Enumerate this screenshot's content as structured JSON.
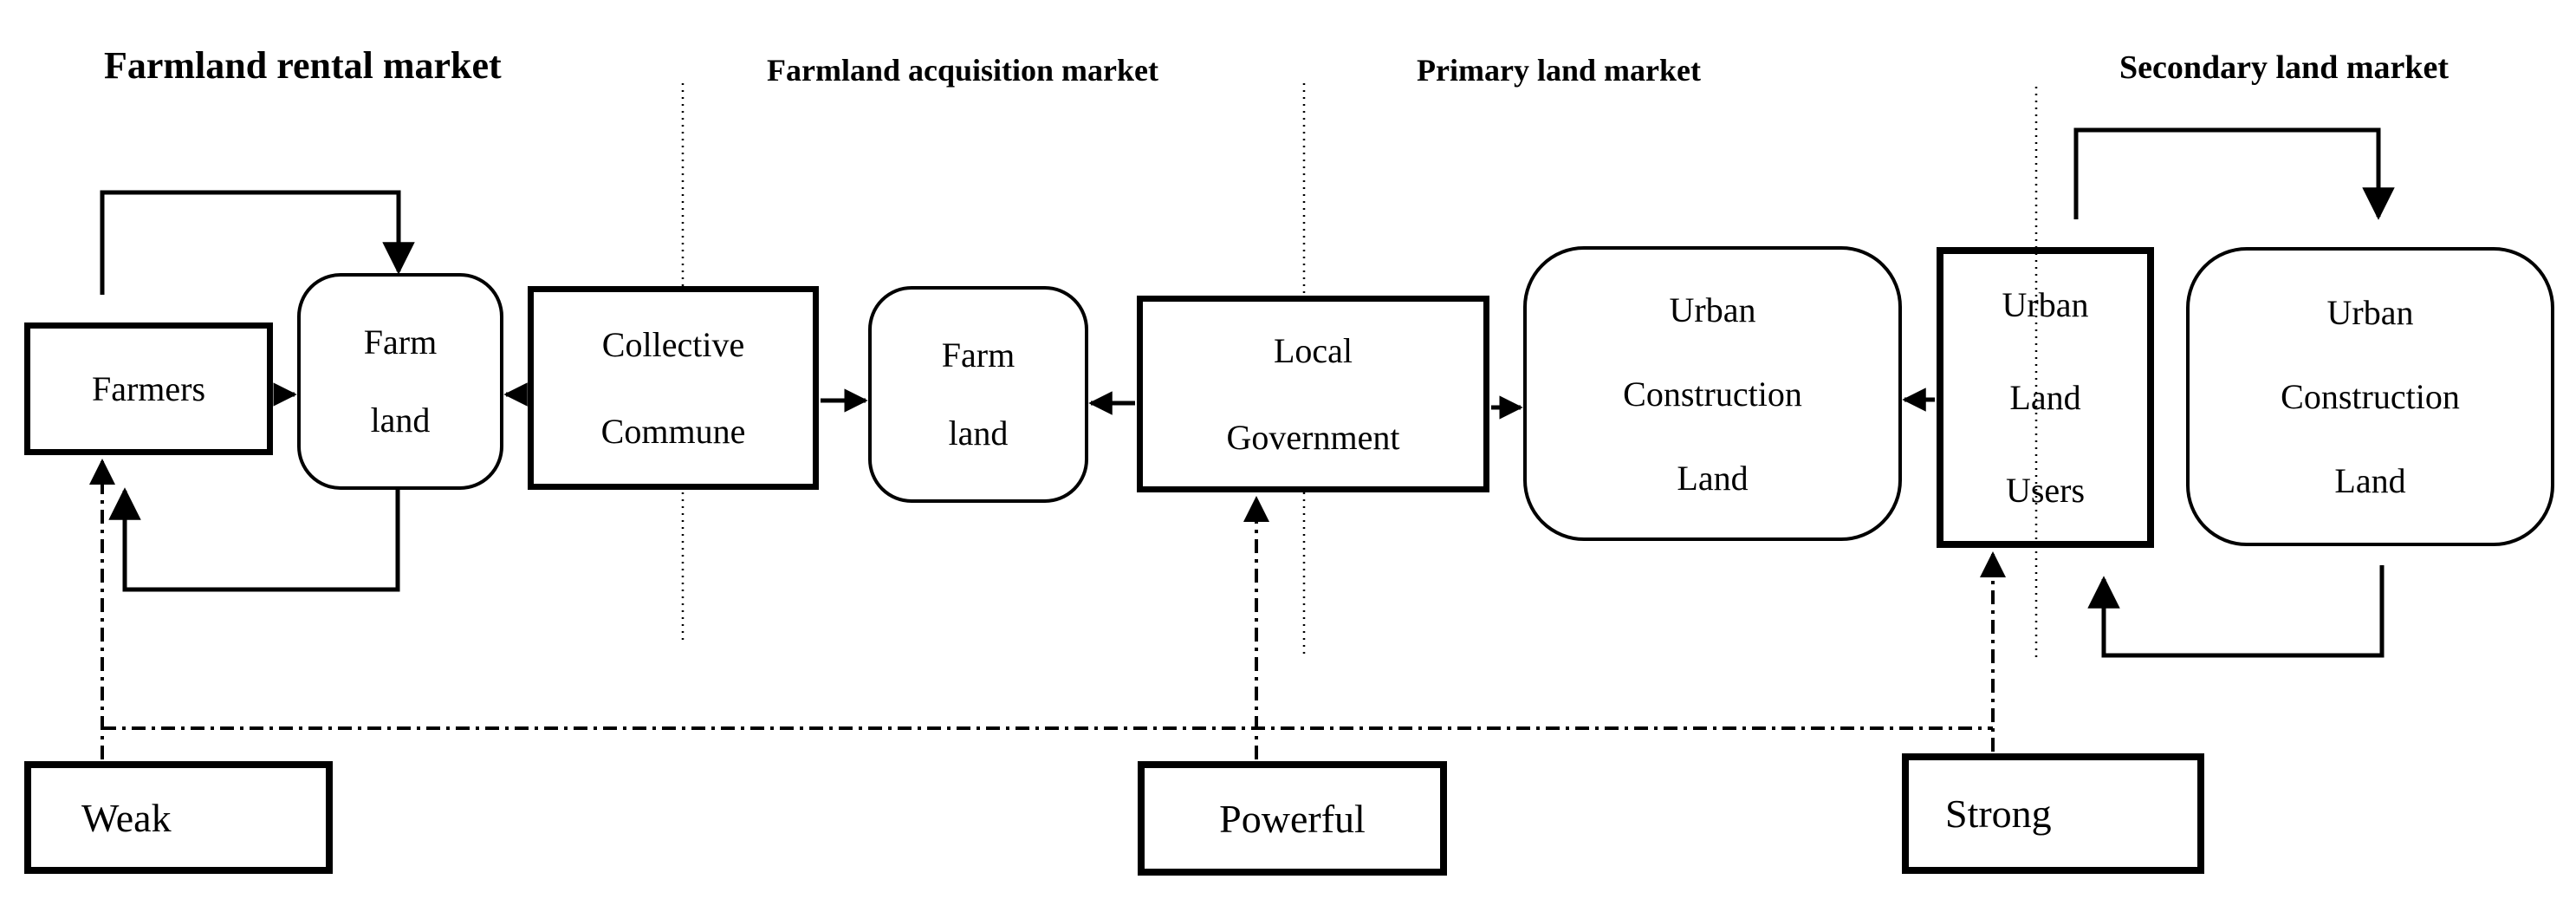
{
  "markets": [
    {
      "label": "Farmland rental market"
    },
    {
      "label": "Farmland acquisition market"
    },
    {
      "label": "Primary land market"
    },
    {
      "label": "Secondary land market"
    }
  ],
  "boxes": {
    "farmers": {
      "label": "Farmers"
    },
    "farm_land_rental": {
      "lines": [
        "Farm",
        "land"
      ]
    },
    "collective_commune": {
      "lines": [
        "Collective",
        "Commune"
      ]
    },
    "farm_land_acquired": {
      "lines": [
        "Farm",
        "land"
      ]
    },
    "local_government": {
      "lines": [
        "Local",
        "Government"
      ]
    },
    "urban_construction_land_primary": {
      "lines": [
        "Urban",
        "Construction",
        "Land"
      ]
    },
    "urban_land_users": {
      "lines": [
        "Urban",
        "Land",
        "Users"
      ]
    },
    "urban_construction_land_secondary": {
      "lines": [
        "Urban",
        "Construction",
        "Land"
      ]
    }
  },
  "strength_labels": {
    "weak": "Weak",
    "powerful": "Powerful",
    "strong": "Strong"
  },
  "colors": {
    "ink": "#000000",
    "background": "#ffffff"
  }
}
